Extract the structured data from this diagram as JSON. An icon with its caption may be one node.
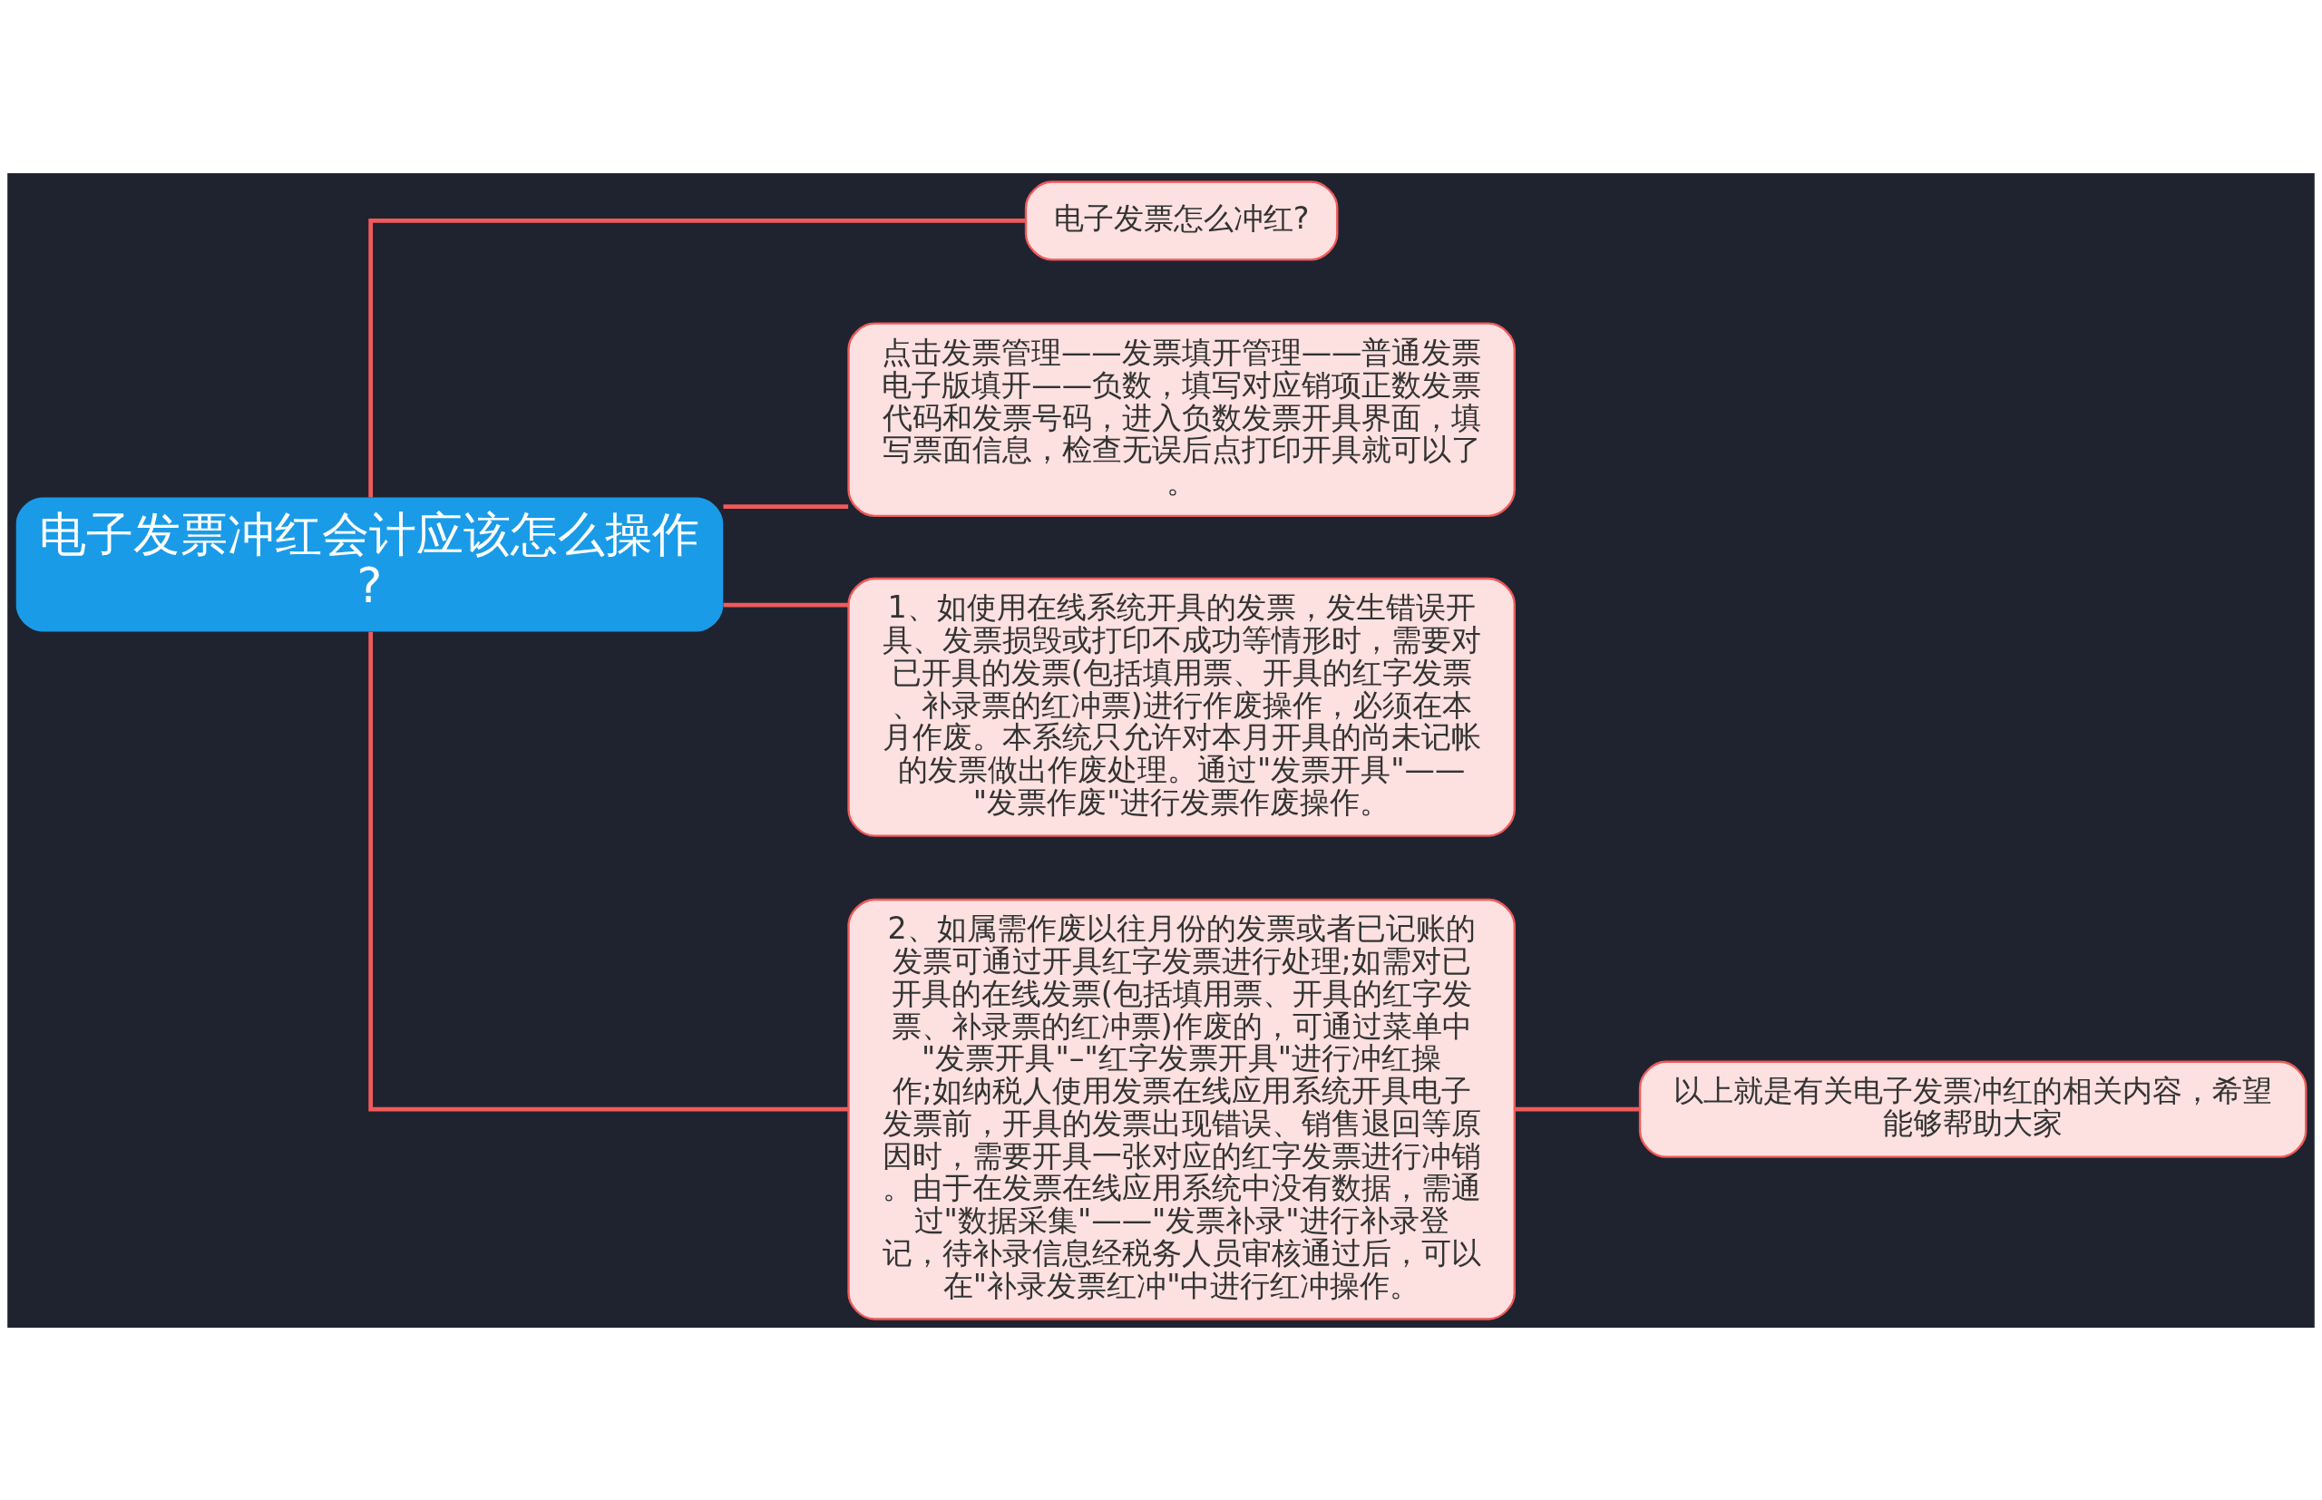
{
  "diagram": {
    "nodes": [
      {
        "text": [
          "电子发票冲红会计应该怎么操作?"
        ]
      },
      {
        "text": [
          "电子发票怎么冲红?"
        ]
      },
      {
        "text": [
          "点击发票管理——发票填开管理——普通发票电子版填开——负数，填写对应销项正数发票代码和发票号码，进入负数发票开具界面，填写票面信息，检查无误后点打印开具就可以了。"
        ]
      },
      {
        "text": [
          "1、如使用在线系统开具的发票，发生错误开具、发票损毁或打印不成功等情形时，需要对已开具的发票(包括填用票、开具的红字发票、补录票的红冲票)进行作废操作，必须在本月作废。本系统只允许对本月开具的尚未记帐的发票做出作废处理。通过\"发票开具\"——\"发票作废\"进行发票作废操作。"
        ]
      },
      {
        "text": [
          "2、如属需作废以往月份的发票或者已记账的发票可通过开具红字发票进行处理;如需对已开具的在线发票(包括填用票、开具的红字发票、补录票的红冲票)作废的，可通过菜单中\"发票开具\"–\"红字发票开具\"进行冲红操作;如纳税人使用发票在线应用系统开具电子发票前，开具的发票出现错误、销售退回等原因时，需要开具一张对应的红字发票进行冲销。由于在发票在线应用系统中没有数据，需通过\"数据采集\"——\"发票补录\"进行补录登记，待补录信息经税务人员审核通过后，可以在\"补录发票红冲\"中进行红冲操作。"
        ]
      },
      {
        "text": [
          "以上就是有关电子发票冲红的相关内容，希望能够帮助大家"
        ]
      }
    ],
    "edges": [
      {
        "from": 0,
        "to": 1,
        "arrow": "none"
      },
      {
        "from": 0,
        "to": 2,
        "arrow": "none"
      },
      {
        "from": 0,
        "to": 3,
        "arrow": "none"
      },
      {
        "from": 0,
        "to": 4,
        "arrow": "none"
      },
      {
        "from": 4,
        "to": 5,
        "arrow": "none"
      }
    ]
  }
}
